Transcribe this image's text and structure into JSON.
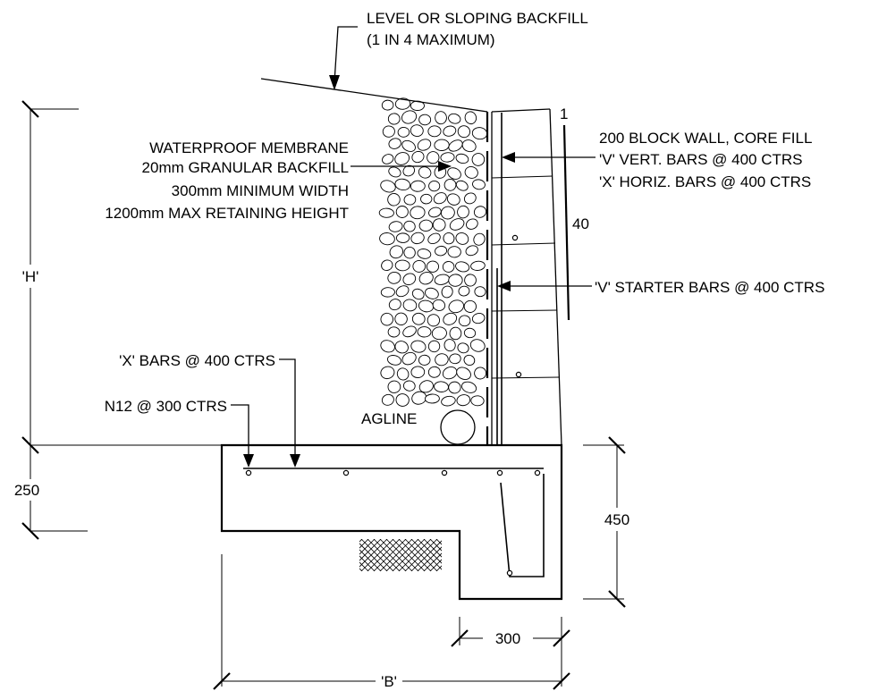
{
  "labels": {
    "backfill_line1": "LEVEL OR SLOPING BACKFILL",
    "backfill_line2": "(1 IN 4 MAXIMUM)",
    "membrane_line1": "WATERPROOF MEMBRANE",
    "membrane_line2": "20mm GRANULAR BACKFILL",
    "membrane_line3": "300mm MINIMUM WIDTH",
    "membrane_line4": "1200mm MAX RETAINING HEIGHT",
    "wall_line1": "200 BLOCK WALL, CORE FILL",
    "wall_line2": "'V' VERT. BARS @ 400 CTRS",
    "wall_line3": "'X' HORIZ. BARS @ 400 CTRS",
    "starter_bars": "'V' STARTER BARS @ 400 CTRS",
    "x_bars": "'X' BARS @ 400 CTRS",
    "n12": "N12 @ 300 CTRS",
    "agline": "AGLINE",
    "slope_run": "1",
    "slope_rise": "40"
  },
  "dimensions": {
    "height": "'H'",
    "slab_thickness": "250",
    "footing_depth": "450",
    "key_width": "300",
    "base_width": "'B'"
  }
}
